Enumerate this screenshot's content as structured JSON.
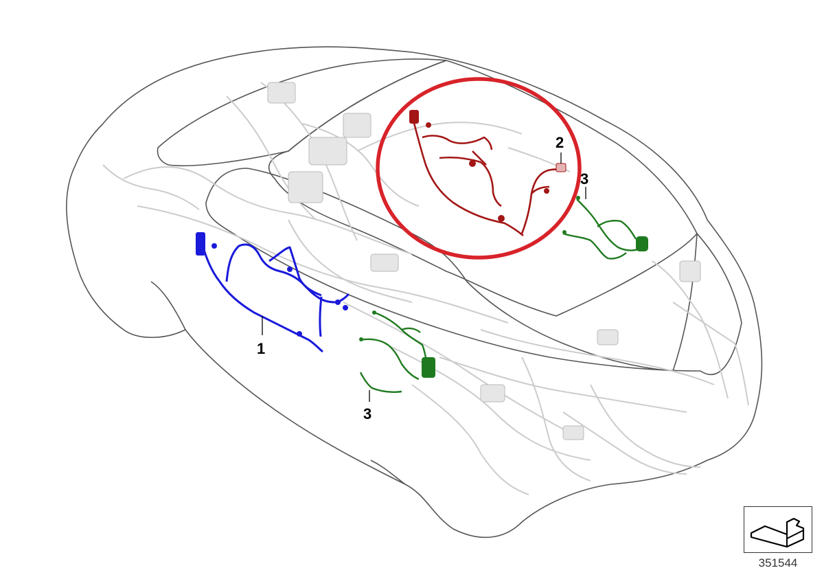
{
  "diagram": {
    "callouts": [
      {
        "id": "1",
        "label": "1",
        "harness": "blue"
      },
      {
        "id": "2",
        "label": "2",
        "harness": "red"
      },
      {
        "id": "3a",
        "label": "3",
        "harness": "green-rear"
      },
      {
        "id": "3b",
        "label": "3",
        "harness": "green-front"
      }
    ],
    "reference_number": "351544",
    "colors": {
      "harness_1": "#1a1adb",
      "harness_2": "#a31616",
      "harness_3": "#1f7a1f",
      "highlight_circle": "#d8232a",
      "outline": "#555555",
      "background_wiring": "#cccccc"
    }
  }
}
